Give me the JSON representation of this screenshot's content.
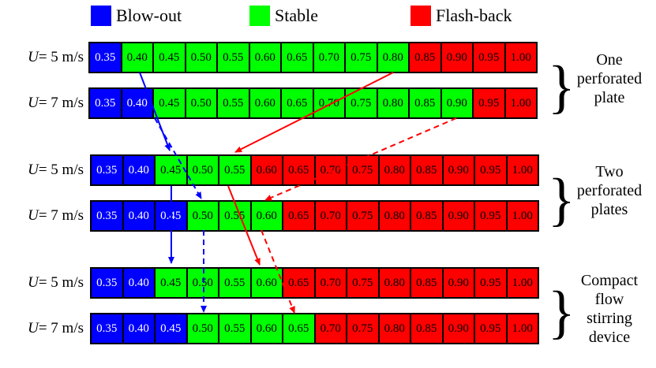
{
  "legend": [
    {
      "label": "Blow-out",
      "color": "#0000ff"
    },
    {
      "label": "Stable",
      "color": "#00ff00"
    },
    {
      "label": "Flash-back",
      "color": "#ff0000"
    }
  ],
  "values": [
    "0.35",
    "0.40",
    "0.45",
    "0.50",
    "0.55",
    "0.60",
    "0.65",
    "0.70",
    "0.75",
    "0.80",
    "0.85",
    "0.90",
    "0.95",
    "1.00"
  ],
  "groups": [
    {
      "label_lines": [
        "One",
        "perforated",
        "plate"
      ],
      "rows": [
        {
          "label_var": "U",
          "label_rest": " = 5 m/s",
          "blue": 1,
          "green": 9
        },
        {
          "label_var": "U",
          "label_rest": " = 7 m/s",
          "blue": 2,
          "green": 10
        }
      ]
    },
    {
      "label_lines": [
        "Two",
        "perforated",
        "plates"
      ],
      "rows": [
        {
          "label_var": "U",
          "label_rest": " = 5 m/s",
          "blue": 2,
          "green": 3
        },
        {
          "label_var": "U",
          "label_rest": " = 7 m/s",
          "blue": 3,
          "green": 3
        }
      ]
    },
    {
      "label_lines": [
        "Compact",
        "flow",
        "stirring",
        "device"
      ],
      "rows": [
        {
          "label_var": "U",
          "label_rest": " = 5 m/s",
          "blue": 2,
          "green": 4
        },
        {
          "label_var": "U",
          "label_rest": " = 7 m/s",
          "blue": 3,
          "green": 4
        }
      ]
    }
  ],
  "colors": {
    "blow_out": "#0000ff",
    "stable": "#00ff00",
    "flash_back": "#ff0000"
  }
}
